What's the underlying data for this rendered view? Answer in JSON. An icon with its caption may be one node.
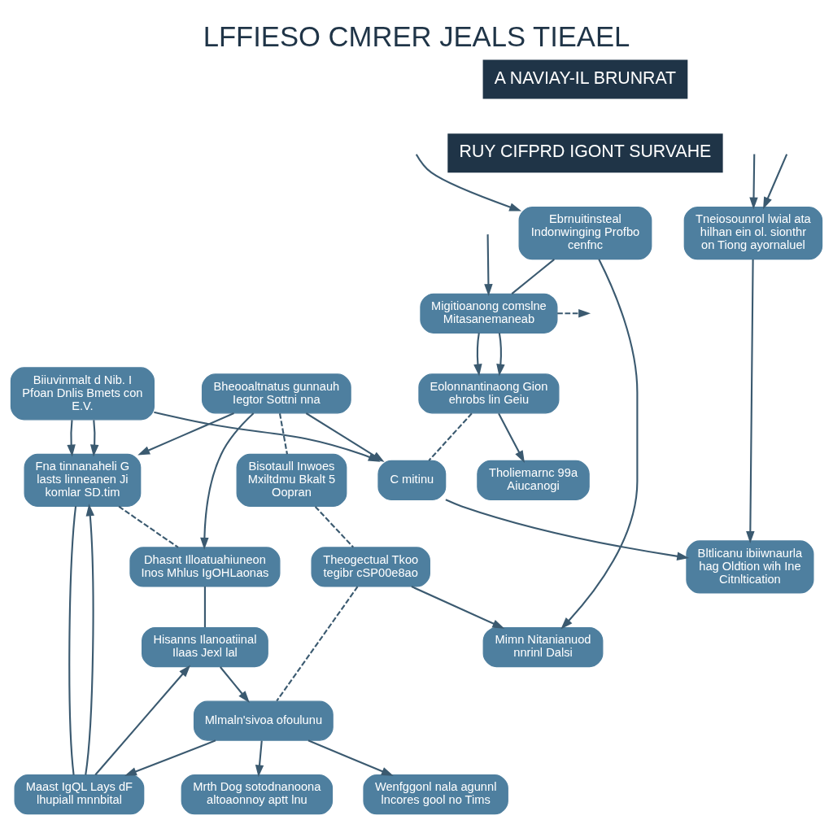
{
  "diagram": {
    "title": "LFFIESO CMRER JEALS TIEAEL",
    "labels": [
      "A NAVIAY-IL BRUNRAT",
      "RUY CIFPRD IGONT SURVAHE"
    ],
    "nodes": [
      {
        "text": [
          "Tneiosounrol lwial ata hilhan ein ol. sionthr on Tiong ayornaluel"
        ]
      },
      {
        "text": [
          "Bltlicanu ibiiwnaurla hag Oldtion wih Ine Citnltication"
        ]
      },
      {
        "text": [
          "C mitinu"
        ]
      },
      {
        "text": [
          "Biiuvinmalt d Nib. I Pfoan Dnlis Bmets con E.V."
        ]
      },
      {
        "text": [
          "Bheooaltnatus gunnauh Iegtor Sottni nna"
        ]
      },
      {
        "text": [
          "Fna tinnanaheli G lasts linneanen Ji komlar SD.tim"
        ]
      },
      {
        "text": [
          "Migitioanong comslne Mitasanemaneab"
        ]
      },
      {
        "text": [
          "Ebrnuitinsteal Indonwinging Profbo cenfnc"
        ]
      },
      {
        "text": [
          "Eolonnantinaong Gion ehrobs lin Geiu"
        ]
      },
      {
        "text": [
          "Mimn Nitanianuod nnrinl Dalsi"
        ]
      },
      {
        "text": [
          "Tholiemarnc 99a Aiucanogi"
        ]
      },
      {
        "text": [
          "Bisotaull Inwoes Mxiltdmu Bkalt 5 Oopran"
        ]
      },
      {
        "text": [
          "Theogectual Tkoo tegibr cSP00e8ao"
        ]
      },
      {
        "text": [
          "Hisanns Ilanoatiinal Ilaas Jexl lal"
        ]
      },
      {
        "text": [
          "Dhasnt Illoatuahiuneon Inos Mhlus IgOHLaonas"
        ]
      },
      {
        "text": [
          "Mrth Dog sotodnanoona altoaonnoy aptt lnu"
        ]
      },
      {
        "text": [
          "Maast IgQL Lays dF lhupiall mnnbital"
        ]
      },
      {
        "text": [
          "Mlmaln'sivoa ofoulunu"
        ]
      },
      {
        "text": [
          "Wenfggonl nala agunnl lncores gool no Tims"
        ]
      }
    ],
    "edges": [
      {
        "from": null,
        "to": 0,
        "arrow": "to"
      },
      {
        "from": null,
        "to": 0,
        "arrow": "to"
      },
      {
        "from": 0,
        "to": 1,
        "arrow": "to"
      },
      {
        "from": 2,
        "to": 1,
        "arrow": "to"
      },
      {
        "from": 3,
        "to": 2,
        "arrow": "to"
      },
      {
        "from": 4,
        "to": 2,
        "arrow": "to"
      },
      {
        "from": 3,
        "to": 5,
        "arrow": "to"
      },
      {
        "from": 3,
        "to": 5,
        "arrow": "to"
      },
      {
        "from": 4,
        "to": 5,
        "arrow": "to"
      },
      {
        "from": 5,
        "to": 14,
        "arrow": "none",
        "style": "dashed"
      },
      {
        "from": null,
        "to": 6,
        "arrow": "to"
      },
      {
        "from": null,
        "to": 7,
        "arrow": "to"
      },
      {
        "from": 7,
        "to": 6,
        "arrow": "none"
      },
      {
        "from": 6,
        "to": 8,
        "arrow": "to"
      },
      {
        "from": 6,
        "to": 8,
        "arrow": "to"
      },
      {
        "from": 7,
        "to": 9,
        "arrow": "to"
      },
      {
        "from": 6,
        "to": null,
        "arrow": "to",
        "style": "dashed"
      },
      {
        "from": 8,
        "to": 2,
        "arrow": "none",
        "style": "dashed"
      },
      {
        "from": 8,
        "to": 10,
        "arrow": "to"
      },
      {
        "from": 12,
        "to": 9,
        "arrow": "to"
      },
      {
        "from": 4,
        "to": 11,
        "arrow": "none",
        "style": "dashed"
      },
      {
        "from": 11,
        "to": 12,
        "arrow": "none",
        "style": "dashed"
      },
      {
        "from": 4,
        "to": 14,
        "arrow": "to"
      },
      {
        "from": 16,
        "to": 13,
        "arrow": "to"
      },
      {
        "from": 14,
        "to": 13,
        "arrow": "none"
      },
      {
        "from": 13,
        "to": 17,
        "arrow": "to"
      },
      {
        "from": 17,
        "to": 16,
        "arrow": "to"
      },
      {
        "from": 17,
        "to": 18,
        "arrow": "to"
      },
      {
        "from": 17,
        "to": 15,
        "arrow": "to"
      },
      {
        "from": 12,
        "to": 17,
        "arrow": "none",
        "style": "dashed"
      },
      {
        "from": 5,
        "to": 16,
        "arrow": "none"
      },
      {
        "from": 16,
        "to": 5,
        "arrow": "to"
      }
    ]
  }
}
